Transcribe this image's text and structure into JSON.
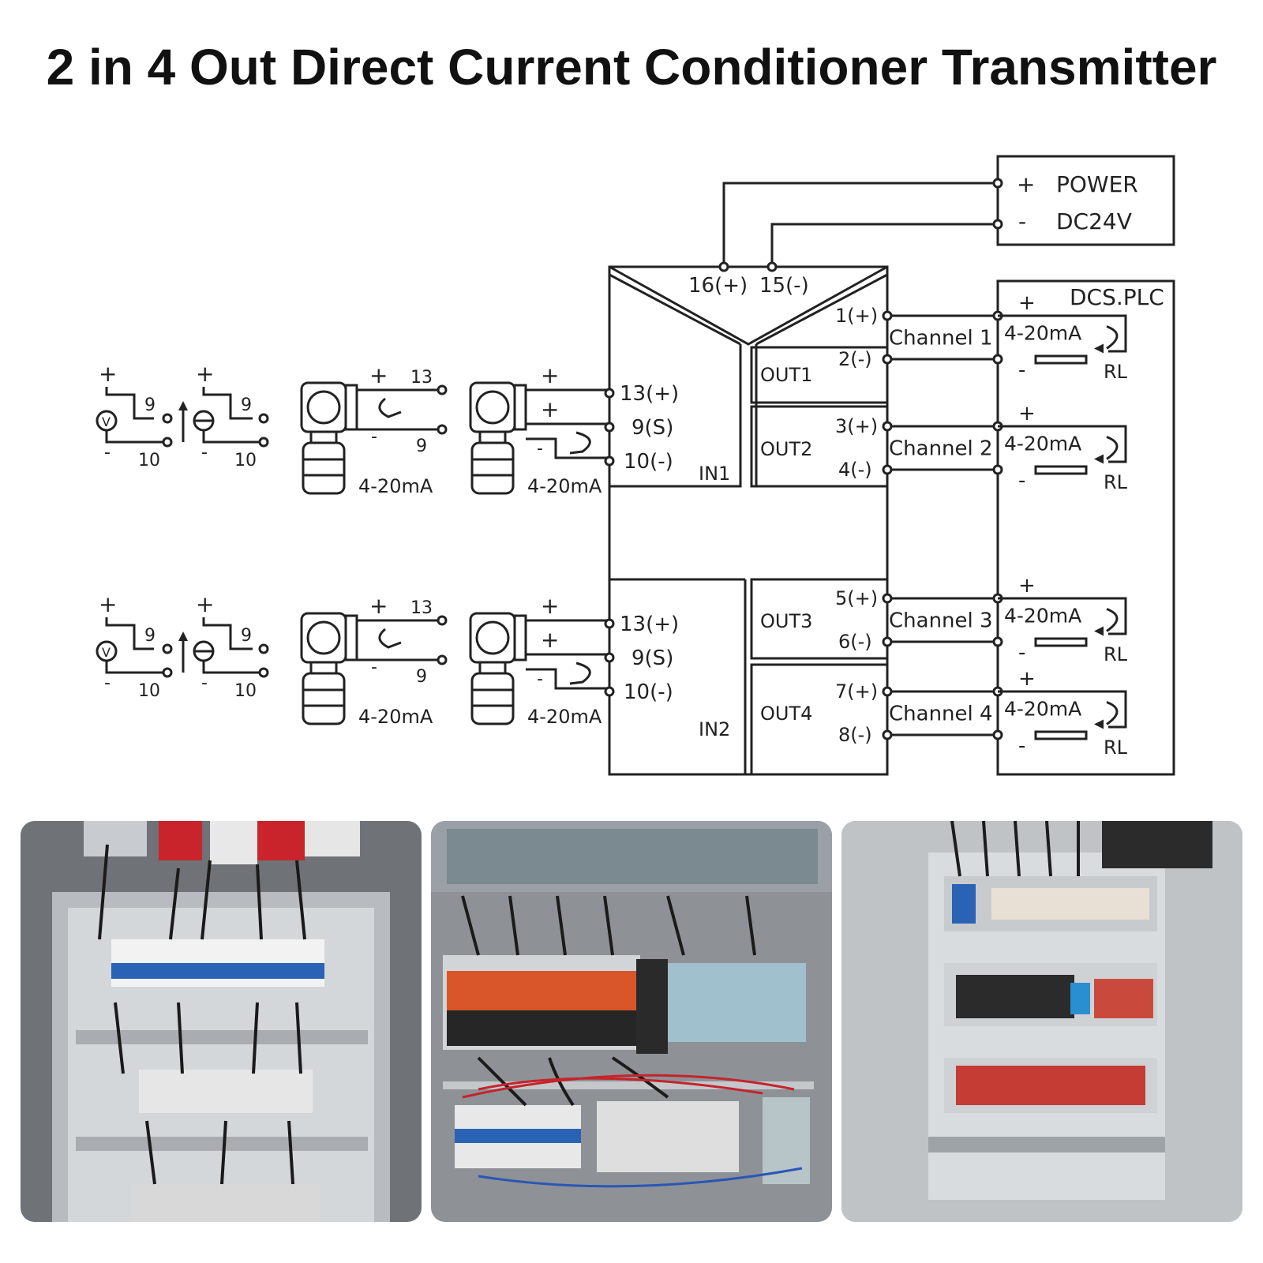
{
  "title": "2 in 4 Out Direct Current Conditioner Transmitter",
  "power": {
    "plus": "+",
    "minus": "-",
    "line1": "POWER",
    "line2": "DC24V"
  },
  "module": {
    "pwr_plus": "16(+)",
    "pwr_minus": "15(-)",
    "in1": "IN1",
    "in2": "IN2",
    "in_terms": [
      "13(+)",
      "9(S)",
      "10(-)"
    ],
    "outputs": [
      {
        "label": "OUT1",
        "plus": "1(+)",
        "minus": "2(-)"
      },
      {
        "label": "OUT2",
        "plus": "3(+)",
        "minus": "4(-)"
      },
      {
        "label": "OUT3",
        "plus": "5(+)",
        "minus": "6(-)"
      },
      {
        "label": "OUT4",
        "plus": "7(+)",
        "minus": "8(-)"
      }
    ]
  },
  "dcs": {
    "title": "DCS.PLC",
    "channels": [
      "Channel 1",
      "Channel 2",
      "Channel 3",
      "Channel 4"
    ],
    "signal": "4-20mA",
    "load": "RL",
    "plus": "+",
    "minus": "-"
  },
  "sensors": {
    "plus": "+",
    "minus": "-",
    "t9": "9",
    "t10": "10",
    "t13": "13",
    "voltage": "V",
    "signal": "4-20mA"
  }
}
